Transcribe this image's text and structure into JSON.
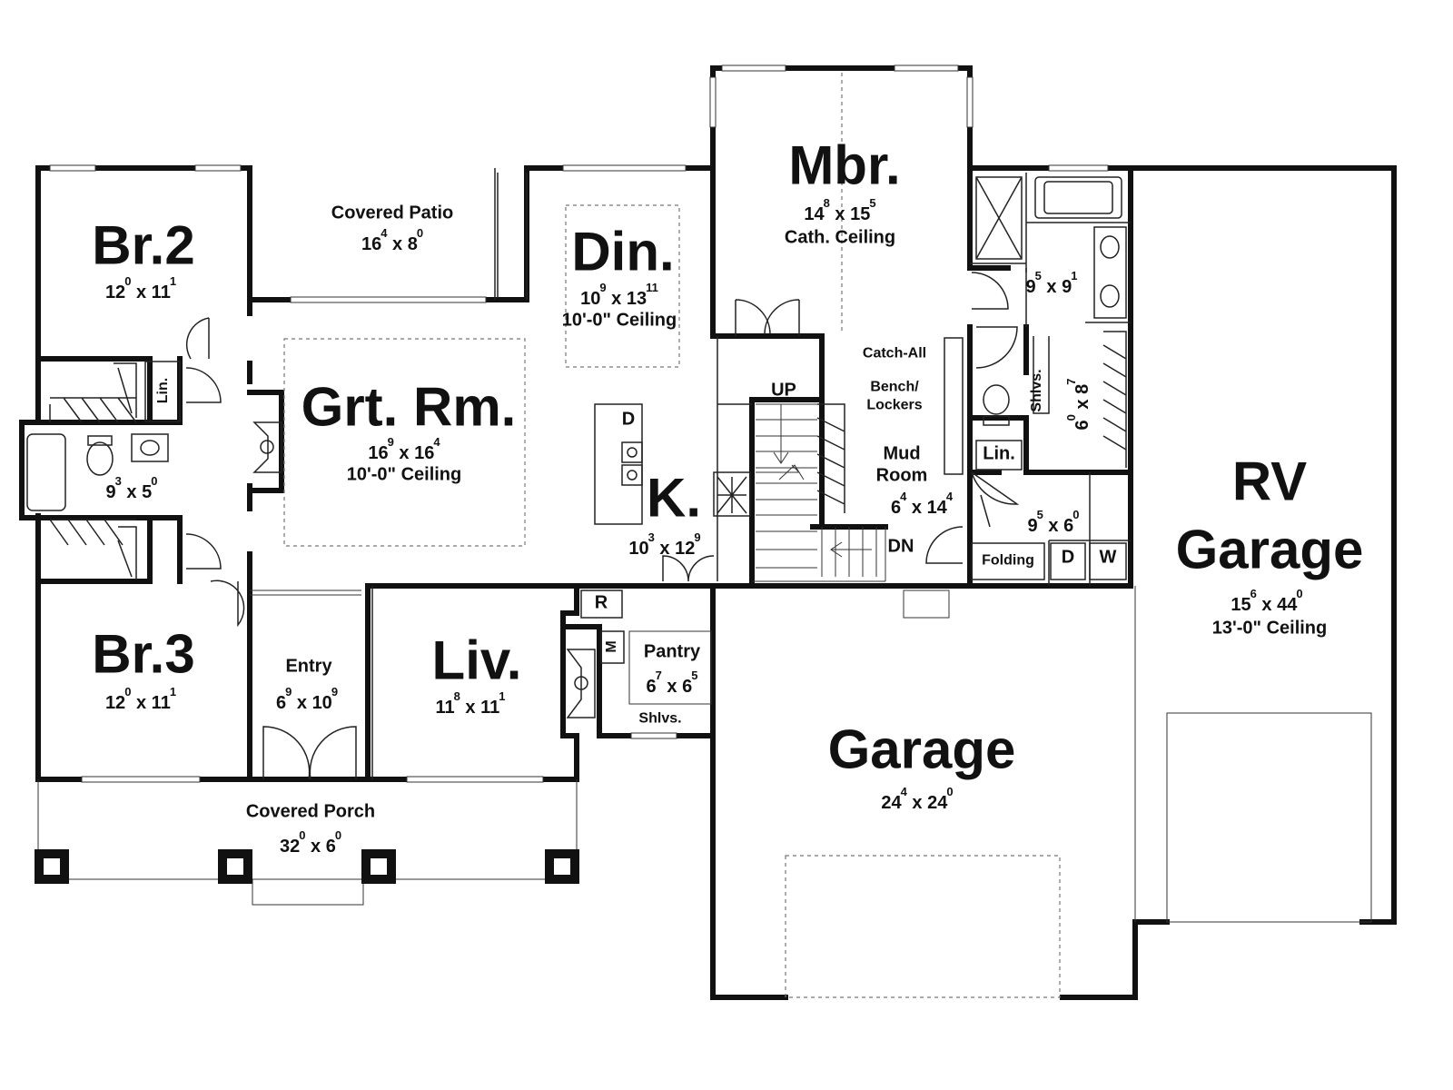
{
  "rooms": {
    "br2": {
      "name": "Br.2",
      "w": "12",
      "wi": "0",
      "d": "11",
      "di": "1"
    },
    "br3": {
      "name": "Br.3",
      "w": "12",
      "wi": "0",
      "d": "11",
      "di": "1"
    },
    "bath2": {
      "w": "9",
      "wi": "3",
      "d": "5",
      "di": "0"
    },
    "patio": {
      "name": "Covered Patio",
      "w": "16",
      "wi": "4",
      "d": "8",
      "di": "0"
    },
    "din": {
      "name": "Din.",
      "w": "10",
      "wi": "9",
      "d": "13",
      "di": "11",
      "ceiling": "10'-0\" Ceiling"
    },
    "mbr": {
      "name": "Mbr.",
      "w": "14",
      "wi": "8",
      "d": "15",
      "di": "5",
      "ceiling": "Cath. Ceiling"
    },
    "mbath": {
      "w": "9",
      "wi": "5",
      "d": "9",
      "di": "1"
    },
    "grt": {
      "name": "Grt. Rm.",
      "w": "16",
      "wi": "9",
      "d": "16",
      "di": "4",
      "ceiling": "10'-0\" Ceiling"
    },
    "kit": {
      "name": "K.",
      "w": "10",
      "wi": "3",
      "d": "12",
      "di": "9"
    },
    "mud": {
      "name1": "Mud",
      "name2": "Room",
      "w": "6",
      "wi": "4",
      "d": "14",
      "di": "4"
    },
    "wic": {
      "w": "6",
      "wi": "0",
      "d": "8",
      "di": "7"
    },
    "laund": {
      "w": "9",
      "wi": "5",
      "d": "6",
      "di": "0"
    },
    "rv": {
      "name1": "RV",
      "name2": "Garage",
      "w": "15",
      "wi": "6",
      "d": "44",
      "di": "0",
      "ceiling": "13'-0\" Ceiling"
    },
    "entry": {
      "name": "Entry",
      "w": "6",
      "wi": "9",
      "d": "10",
      "di": "9"
    },
    "liv": {
      "name": "Liv.",
      "w": "11",
      "wi": "8",
      "d": "11",
      "di": "1"
    },
    "pantry": {
      "name": "Pantry",
      "w": "6",
      "wi": "7",
      "d": "6",
      "di": "5"
    },
    "garage": {
      "name": "Garage",
      "w": "24",
      "wi": "4",
      "d": "24",
      "di": "0"
    },
    "porch": {
      "name": "Covered Porch",
      "w": "32",
      "wi": "0",
      "d": "6",
      "di": "0"
    }
  },
  "small_labels": {
    "lin": "Lin.",
    "lin2": "Lin.",
    "catch_all": "Catch-All",
    "bench1": "Bench/",
    "bench2": "Lockers",
    "up": "UP",
    "dn": "DN",
    "shlvs": "Shlvs.",
    "shlvs2": "Shlvs.",
    "folding": "Folding",
    "dryer": "D",
    "washer": "W",
    "dishwasher": "D",
    "fridge": "R",
    "micro": "M"
  }
}
